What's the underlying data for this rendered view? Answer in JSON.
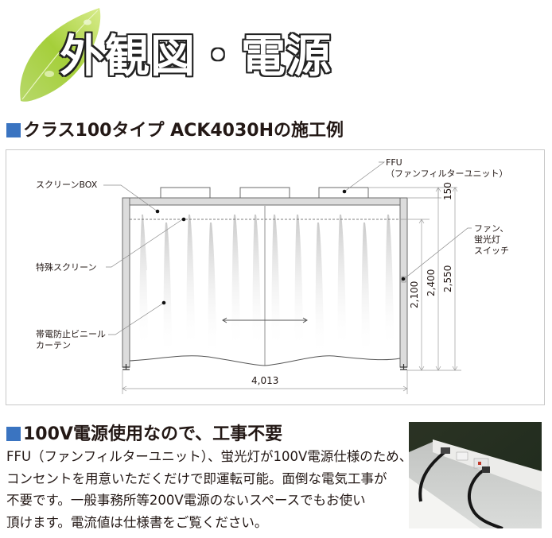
{
  "header": {
    "title": "外観図・電源",
    "leaf_icon": "leaf-icon"
  },
  "section1": {
    "heading": "クラス100タイプ ACK4030Hの施工例",
    "marker_color": "#3a74c1"
  },
  "diagram": {
    "labels": {
      "screen_box": "スクリーンBOX",
      "special_screen": "特殊スクリーン",
      "curtain_line1": "帯電防止ビニール",
      "curtain_line2": "カーテン",
      "ffu_line1": "FFU",
      "ffu_line2": "（ファンフィルターユニット）",
      "switch_line1": "ファン、",
      "switch_line2": "蛍光灯",
      "switch_line3": "スイッチ"
    },
    "dimensions": {
      "width": "4,013",
      "ffu_height": "150",
      "curtain_height": "2,100",
      "frame_height": "2,400",
      "total_height": "2,550"
    }
  },
  "section2": {
    "heading": "100V電源使用なので、工事不要",
    "marker_color": "#3a74c1",
    "body_lines": [
      "FFU（ファンフィルターユニット）、蛍光灯が100V電源仕様のため、",
      "コンセントを用意いただくだけで即運転可能。面倒な電気工事が",
      "不要です。一般事務所等200V電源のないスペースでもお使い",
      "頂けます。電流値は仕様書をご覧ください。"
    ]
  },
  "photo": {
    "subject": "power-outlet-photo"
  }
}
